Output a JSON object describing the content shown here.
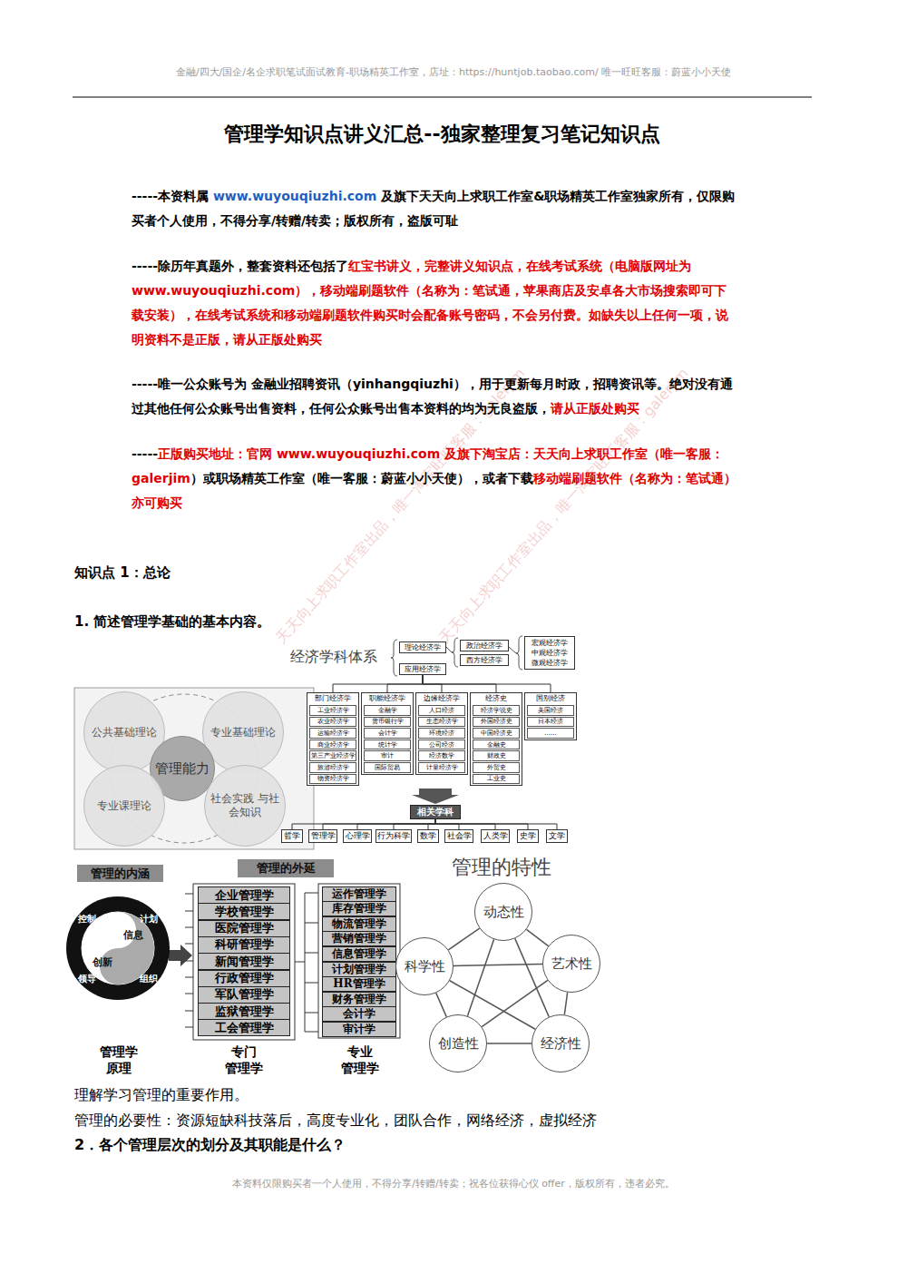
{
  "diagram": {
    "title": "管理学知识点讲义汇总--独家整理复习笔记知识点",
    "nodes": [
      {
        "text": [
          "理论经济学"
        ]
      },
      {
        "text": [
          "应用经济学"
        ]
      },
      {
        "text": [
          "政治经济学"
        ]
      },
      {
        "text": [
          "西方经济学"
        ]
      },
      {
        "text": [
          "宏观经济学",
          "中观经济学",
          "微观经济学"
        ]
      },
      {
        "text": [
          "公共基础理论"
        ]
      },
      {
        "text": [
          "专业基础理论"
        ]
      },
      {
        "text": [
          "管理能力"
        ]
      },
      {
        "text": [
          "专业课理论"
        ]
      },
      {
        "text": [
          "社会实践 与社会知识"
        ]
      },
      {
        "text": [
          "部门经济学"
        ]
      },
      {
        "text": [
          "工业经济学"
        ],
        "in": 10
      },
      {
        "text": [
          "农业经济学"
        ],
        "in": 10
      },
      {
        "text": [
          "运输经济学"
        ],
        "in": 10
      },
      {
        "text": [
          "商业经济学"
        ],
        "in": 10
      },
      {
        "text": [
          "第三产业经济学"
        ],
        "in": 10
      },
      {
        "text": [
          "旅游经济学"
        ],
        "in": 10
      },
      {
        "text": [
          "物资经济学"
        ],
        "in": 10
      },
      {
        "text": [
          "职能经济学"
        ]
      },
      {
        "text": [
          "金融学"
        ],
        "in": 18
      },
      {
        "text": [
          "货币银行学"
        ],
        "in": 18
      },
      {
        "text": [
          "会计学"
        ],
        "in": 18
      },
      {
        "text": [
          "统计学"
        ],
        "in": 18
      },
      {
        "text": [
          "审计"
        ],
        "in": 18
      },
      {
        "text": [
          "国际贸易"
        ],
        "in": 18
      },
      {
        "text": [
          "边缘经济学"
        ]
      },
      {
        "text": [
          "人口经济"
        ],
        "in": 25
      },
      {
        "text": [
          "生态经济学"
        ],
        "in": 25
      },
      {
        "text": [
          "环境经济"
        ],
        "in": 25
      },
      {
        "text": [
          "公司经济"
        ],
        "in": 25
      },
      {
        "text": [
          "经济数学"
        ],
        "in": 25
      },
      {
        "text": [
          "计量经济学"
        ],
        "in": 25
      },
      {
        "text": [
          "经济史"
        ]
      },
      {
        "text": [
          "经济学说史"
        ],
        "in": 32
      },
      {
        "text": [
          "外国经济史"
        ],
        "in": 32
      },
      {
        "text": [
          "中国经济史"
        ],
        "in": 32
      },
      {
        "text": [
          "金融史"
        ],
        "in": 32
      },
      {
        "text": [
          "财政史"
        ],
        "in": 32
      },
      {
        "text": [
          "外贸史"
        ],
        "in": 32
      },
      {
        "text": [
          "工业史"
        ],
        "in": 32
      },
      {
        "text": [
          "国别经济"
        ]
      },
      {
        "text": [
          "美国经济"
        ],
        "in": 40
      },
      {
        "text": [
          "日本经济"
        ],
        "in": 40
      },
      {
        "text": [
          "......"
        ],
        "in": 40
      },
      {
        "text": [
          "相关学科"
        ]
      },
      {
        "text": [
          "哲学"
        ]
      },
      {
        "text": [
          "管理学"
        ]
      },
      {
        "text": [
          "心理学"
        ]
      },
      {
        "text": [
          "行为科学"
        ]
      },
      {
        "text": [
          "数学"
        ]
      },
      {
        "text": [
          "社会学"
        ]
      },
      {
        "text": [
          "人类学"
        ]
      },
      {
        "text": [
          "史学"
        ]
      },
      {
        "text": [
          "文学"
        ]
      },
      {
        "text": [
          "管理的内涵"
        ]
      },
      {
        "text": [
          "管理的外延"
        ]
      },
      {
        "text": [
          "计划",
          "控制",
          "组织",
          "领导",
          "信息",
          "创新"
        ]
      },
      {
        "text": [
          "企业管理学"
        ]
      },
      {
        "text": [
          "学校管理学"
        ]
      },
      {
        "text": [
          "医院管理学"
        ]
      },
      {
        "text": [
          "科研管理学"
        ]
      },
      {
        "text": [
          "新闻管理学"
        ]
      },
      {
        "text": [
          "行政管理学"
        ]
      },
      {
        "text": [
          "军队管理学"
        ]
      },
      {
        "text": [
          "监狱管理学"
        ]
      },
      {
        "text": [
          "工会管理学"
        ]
      },
      {
        "text": [
          "运作管理学"
        ]
      },
      {
        "text": [
          "库存管理学"
        ]
      },
      {
        "text": [
          "物流管理学"
        ]
      },
      {
        "text": [
          "营销管理学"
        ]
      },
      {
        "text": [
          "信息管理学"
        ]
      },
      {
        "text": [
          "计划管理学"
        ]
      },
      {
        "text": [
          "HR管理学"
        ]
      },
      {
        "text": [
          "财务管理学"
        ]
      },
      {
        "text": [
          "会计学"
        ]
      },
      {
        "text": [
          "审计学"
        ]
      },
      {
        "text": [
          "动态性"
        ]
      },
      {
        "text": [
          "科学性"
        ]
      },
      {
        "text": [
          "艺术性"
        ]
      },
      {
        "text": [
          "创造性"
        ]
      },
      {
        "text": [
          "经济性"
        ]
      }
    ],
    "edges": [
      {
        "from": 1,
        "to": 10,
        "arrow": "none"
      },
      {
        "from": 1,
        "to": 18,
        "arrow": "none"
      },
      {
        "from": 1,
        "to": 25,
        "arrow": "none"
      },
      {
        "from": 1,
        "to": 32,
        "arrow": "none"
      },
      {
        "from": 1,
        "to": 40,
        "arrow": "none"
      },
      {
        "from": 44,
        "to": 45,
        "arrow": "none"
      },
      {
        "from": 44,
        "to": 46,
        "arrow": "none"
      },
      {
        "from": 44,
        "to": 47,
        "arrow": "none"
      },
      {
        "from": 44,
        "to": 48,
        "arrow": "none"
      },
      {
        "from": 44,
        "to": 49,
        "arrow": "none"
      },
      {
        "from": 44,
        "to": 50,
        "arrow": "none"
      },
      {
        "from": 44,
        "to": 51,
        "arrow": "none"
      },
      {
        "from": 44,
        "to": 52,
        "arrow": "none"
      },
      {
        "from": 44,
        "to": 53,
        "arrow": "none"
      },
      {
        "from": 76,
        "to": 77,
        "arrow": "none"
      },
      {
        "from": 76,
        "to": 78,
        "arrow": "none"
      },
      {
        "from": 76,
        "to": 79,
        "arrow": "none"
      },
      {
        "from": 76,
        "to": 80,
        "arrow": "none"
      },
      {
        "from": 77,
        "to": 78,
        "arrow": "none"
      },
      {
        "from": 77,
        "to": 79,
        "arrow": "none"
      },
      {
        "from": 77,
        "to": 80,
        "arrow": "none"
      },
      {
        "from": 78,
        "to": 79,
        "arrow": "none"
      },
      {
        "from": 78,
        "to": 80,
        "arrow": "none"
      },
      {
        "from": 79,
        "to": 80,
        "arrow": "none"
      }
    ],
    "labels": [
      "金融/四大/国企/名企求职笔试面试教育-职场精英工作室，店址：https://huntjob.taobao.com/ 唯一旺旺客服：蔚蓝小小天使",
      "-----本资料属 ",
      "www.wuyouqiuzhi.com",
      " 及旗下天天向上求职工作室&职场精英工作室独家所有，仅限购买者个人使用，不得分享/转赠/转卖；版权所有，盗版可耻",
      "-----除历年真题外，整套资料还包括了",
      "红宝书讲义，完整讲义知识点，在线考试系统（电脑版网址为 www.wuyouqiuzhi.com），移动端刷题软件（名称为：笔试通，苹果商店及安卓各大市场搜索即可下载安装），在线考试系统和移动端刷题软件购买时会配备账号密码，不会另付费。如缺失以上任何一项，说明资料不是正版，请从正版处购买",
      "-----唯一公众账号为 金融业招聘资讯（yinhangqiuzhi），用于更新每月时政，招聘资讯等。绝对没有通过其他任何公众账号出售资料，任何公众账号出售本资料的均为无良盗版，",
      "请从正版处购买",
      "-----",
      "正版购买地址：官网 www.wuyouqiuzhi.com 及旗下淘宝店：天天向上求职工作室（唯一客服：galerjim",
      "）或职场精英工作室（唯一客服：蔚蓝小小天使），或者下载",
      "移动端刷题软件（名称为：笔试通）亦可购买",
      "知识点 1：总论",
      "1.  简述管理学基础的基本内容。",
      "经济学科体系",
      "管理学 原理",
      "专门 管理学",
      "专业 管理学",
      "管理的特性",
      "理解学习管理的重要作用。",
      "管理的必要性：资源短缺科技落后，高度专业化，团队合作，网络经济，虚拟经济",
      "2．各个管理层次的划分及其职能是什么？",
      "本资料仅限购买者一个人使用，不得分享/转赠/转卖；祝各位获得心仪 offer，版权所有，违者必究。",
      "天天向上求职工作室出品，唯一淘宝旺旺客服：galerjim",
      "天天向上求职工作室出品，唯一淘宝旺旺客服：galerjim"
    ]
  }
}
